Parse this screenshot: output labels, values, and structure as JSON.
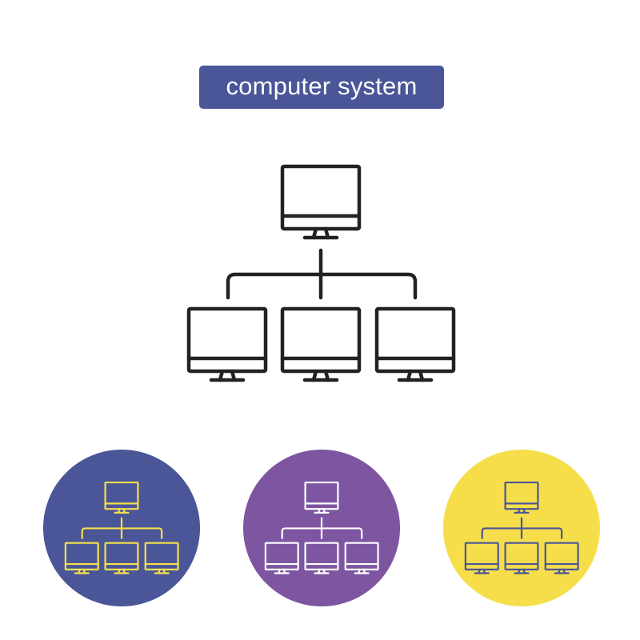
{
  "title": {
    "label": "computer system",
    "background_color": "#4a5698",
    "text_color": "#ffffff"
  },
  "main_icon": {
    "name": "computer-network-hierarchy-icon",
    "stroke_color": "#222222",
    "fill_color": "#ffffff"
  },
  "variants": [
    {
      "name": "blue-circle-variant",
      "circle_color": "#4a5698",
      "icon_color": "#f6e04a"
    },
    {
      "name": "purple-circle-variant",
      "circle_color": "#7d55a0",
      "icon_color": "#ffffff"
    },
    {
      "name": "yellow-circle-variant",
      "circle_color": "#f6de4b",
      "icon_color": "#4a5698"
    }
  ]
}
